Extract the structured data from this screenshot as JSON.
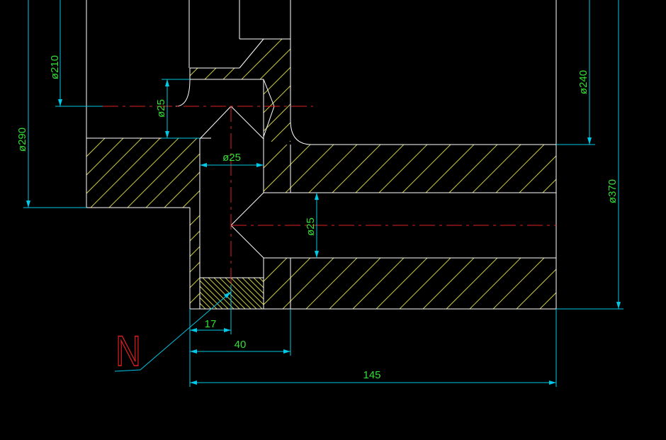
{
  "colors": {
    "background": "#000000",
    "outline": "#ffffff",
    "hatch": "#c8c84a",
    "dimension": "#00c8e6",
    "dim_text": "#33dd33",
    "centerline": "#e02020",
    "label": "#e02020"
  },
  "dimensions": {
    "d210": "ø210",
    "d290": "ø290",
    "d25_upper": "ø25",
    "d25_mid": "ø25",
    "d25_right": "ø25",
    "d240": "ø240",
    "d370": "ø370",
    "len17": "17",
    "len40": "40",
    "len145": "145"
  },
  "callout": {
    "letter": "N"
  }
}
